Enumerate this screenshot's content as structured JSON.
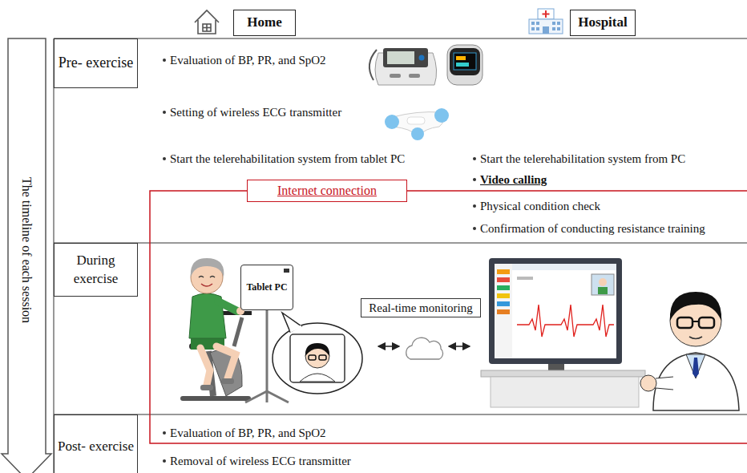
{
  "diagram": {
    "nodes": [
      {
        "text": [
          "Home"
        ]
      },
      {
        "text": [
          "Hospital"
        ]
      },
      {
        "text": [
          "Pre- exercise"
        ]
      },
      {
        "text": [
          "Internet connection"
        ]
      },
      {
        "text": [
          "During exercise"
        ]
      },
      {
        "text": [
          "Tablet PC"
        ]
      },
      {
        "text": [
          "Real-time monitoring"
        ]
      },
      {
        "text": [
          "Post- exercise"
        ]
      }
    ],
    "labels": [
      "The timeline of each session",
      "Evaluation of BP, PR, and SpO2",
      "Setting of wireless ECG transmitter",
      "Start the telerehabilitation system from tablet PC",
      "Start the telerehabilitation system from PC",
      "Video calling",
      "Physical condition check",
      "Confirmation of conducting resistance training",
      "Evaluation of BP, PR, and SpO2",
      "Removal of wireless ECG transmitter"
    ]
  }
}
